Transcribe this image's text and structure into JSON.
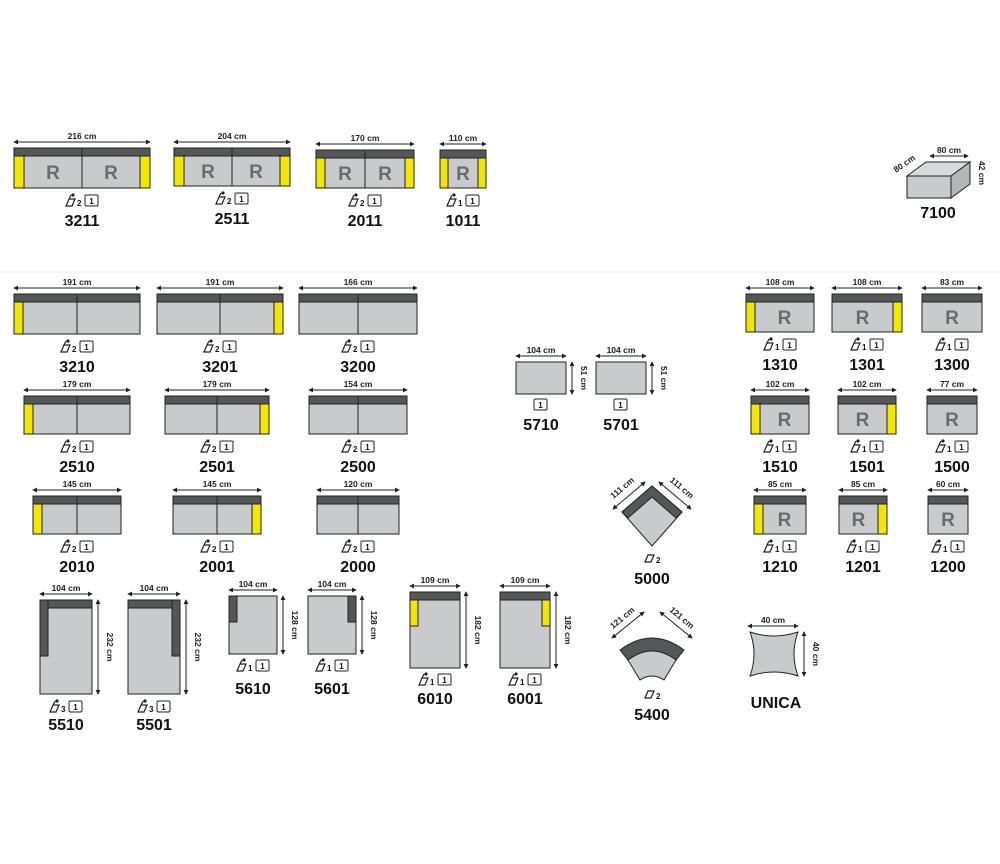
{
  "diagram": {
    "unit_label": "cm",
    "recliner_mark": "R",
    "colors": {
      "body": "#c9cacb",
      "backrest": "#555658",
      "armrest": "#f3e600",
      "outline": "#222222",
      "dim_line": "#222222"
    },
    "modules": [
      {
        "code": "3211",
        "widths": "216 cm",
        "seats": "2",
        "recliners": 2,
        "layout": "straight",
        "arms": "both"
      },
      {
        "code": "2511",
        "widths": "204 cm",
        "seats": "2",
        "recliners": 2,
        "layout": "straight",
        "arms": "both"
      },
      {
        "code": "2011",
        "widths": "170 cm",
        "seats": "2",
        "recliners": 2,
        "layout": "straight",
        "arms": "both"
      },
      {
        "code": "1011",
        "widths": "110 cm",
        "seats": "1",
        "recliners": 1,
        "layout": "straight",
        "arms": "both"
      },
      {
        "code": "7100",
        "widths": "80 cm",
        "depth": "80 cm",
        "height": "42 cm",
        "layout": "pouf"
      },
      {
        "code": "3210",
        "widths": "191 cm",
        "seats": "2",
        "layout": "straight",
        "arms": "left"
      },
      {
        "code": "3201",
        "widths": "191 cm",
        "seats": "2",
        "layout": "straight",
        "arms": "right"
      },
      {
        "code": "3200",
        "widths": "166 cm",
        "seats": "2",
        "layout": "straight",
        "arms": "none"
      },
      {
        "code": "2510",
        "widths": "179 cm",
        "seats": "2",
        "layout": "straight",
        "arms": "left"
      },
      {
        "code": "2501",
        "widths": "179 cm",
        "seats": "2",
        "layout": "straight",
        "arms": "right"
      },
      {
        "code": "2500",
        "widths": "154 cm",
        "seats": "2",
        "layout": "straight",
        "arms": "none"
      },
      {
        "code": "2010",
        "widths": "145 cm",
        "seats": "2",
        "layout": "straight",
        "arms": "left"
      },
      {
        "code": "2001",
        "widths": "145 cm",
        "seats": "2",
        "layout": "straight",
        "arms": "right"
      },
      {
        "code": "2000",
        "widths": "120 cm",
        "seats": "2",
        "layout": "straight",
        "arms": "none"
      },
      {
        "code": "5710",
        "widths": "104 cm",
        "depth": "51 cm",
        "layout": "ottoman"
      },
      {
        "code": "5701",
        "widths": "104 cm",
        "depth": "51 cm",
        "layout": "ottoman"
      },
      {
        "code": "1310",
        "widths": "108 cm",
        "seats": "1",
        "recliners": 1,
        "layout": "straight",
        "arms": "left"
      },
      {
        "code": "1301",
        "widths": "108 cm",
        "seats": "1",
        "recliners": 1,
        "layout": "straight",
        "arms": "right"
      },
      {
        "code": "1300",
        "widths": "83 cm",
        "seats": "1",
        "recliners": 1,
        "layout": "straight",
        "arms": "none"
      },
      {
        "code": "1510",
        "widths": "102 cm",
        "seats": "1",
        "recliners": 1,
        "layout": "straight",
        "arms": "left"
      },
      {
        "code": "1501",
        "widths": "102 cm",
        "seats": "1",
        "recliners": 1,
        "layout": "straight",
        "arms": "right"
      },
      {
        "code": "1500",
        "widths": "77 cm",
        "seats": "1",
        "recliners": 1,
        "layout": "straight",
        "arms": "none"
      },
      {
        "code": "1210",
        "widths": "85 cm",
        "seats": "1",
        "recliners": 1,
        "layout": "straight",
        "arms": "left"
      },
      {
        "code": "1201",
        "widths": "85 cm",
        "seats": "1",
        "recliners": 1,
        "layout": "straight",
        "arms": "right"
      },
      {
        "code": "1200",
        "widths": "60 cm",
        "seats": "1",
        "recliners": 1,
        "layout": "straight",
        "arms": "none"
      },
      {
        "code": "5000",
        "widths": "111 cm",
        "seats": "2",
        "layout": "corner"
      },
      {
        "code": "5400",
        "widths": "121 cm",
        "seats": "2",
        "layout": "curved"
      },
      {
        "code": "5510",
        "widths": "104 cm",
        "depth": "232 cm",
        "seats": "3",
        "layout": "chaise",
        "arms": "left"
      },
      {
        "code": "5501",
        "widths": "104 cm",
        "depth": "232 cm",
        "seats": "3",
        "layout": "chaise",
        "arms": "right"
      },
      {
        "code": "5610",
        "widths": "104 cm",
        "depth": "128 cm",
        "seats": "1",
        "layout": "chaise",
        "arms": "left"
      },
      {
        "code": "5601",
        "widths": "104 cm",
        "depth": "128 cm",
        "seats": "1",
        "layout": "chaise",
        "arms": "right"
      },
      {
        "code": "6010",
        "widths": "109 cm",
        "depth": "182 cm",
        "seats": "1",
        "layout": "chaise",
        "arms": "left"
      },
      {
        "code": "6001",
        "widths": "109 cm",
        "depth": "182 cm",
        "seats": "1",
        "layout": "chaise",
        "arms": "right"
      },
      {
        "code": "UNICA",
        "widths": "40 cm",
        "depth": "40 cm",
        "layout": "cushion"
      }
    ]
  }
}
